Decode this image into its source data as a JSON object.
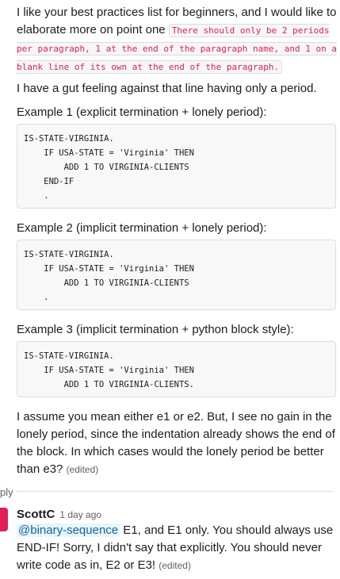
{
  "message": {
    "intro_text": "I like your best practices list for beginners, and I would like to elaborate more on point one ",
    "intro_code": "There should only be 2 periods per paragraph, 1 at the end of the paragraph name, and 1 on a blank line of its own at the end of the paragraph.",
    "gut_feeling": "I have a gut feeling against that line having only a period.",
    "example1_label": "Example 1 (explicit termination + lonely period):",
    "example1_code": "IS-STATE-VIRGINIA.\n    IF USA-STATE = 'Virginia' THEN\n        ADD 1 TO VIRGINIA-CLIENTS\n    END-IF\n    .",
    "example2_label": "Example 2 (implicit termination + lonely period):",
    "example2_code": "IS-STATE-VIRGINIA.\n    IF USA-STATE = 'Virginia' THEN\n        ADD 1 TO VIRGINIA-CLIENTS\n    .",
    "example3_label": "Example 3 (implicit termination + python block style):",
    "example3_code": "IS-STATE-VIRGINIA.\n    IF USA-STATE = 'Virginia' THEN\n        ADD 1 TO VIRGINIA-CLIENTS.",
    "conclusion": "I assume you mean either e1 or e2. But, I see no gain in the lonely period, since the indentation already shows the end of the block. In which cases would the lonely period be better than e3? ",
    "edited_label": "(edited)"
  },
  "thread": {
    "reply_label": "ply"
  },
  "reply": {
    "author": "ScottC",
    "timestamp": "1 day ago",
    "mention": "@binary-sequence",
    "text": " E1, and E1 only. You should always use END-IF! Sorry, I didn't say that explicitly. You should never write code as in, E2 or E3! ",
    "edited_label": "(edited)"
  },
  "colors": {
    "inline_code": "#e01e5a",
    "mention": "#1264a3",
    "avatar": "#e01e5a"
  }
}
